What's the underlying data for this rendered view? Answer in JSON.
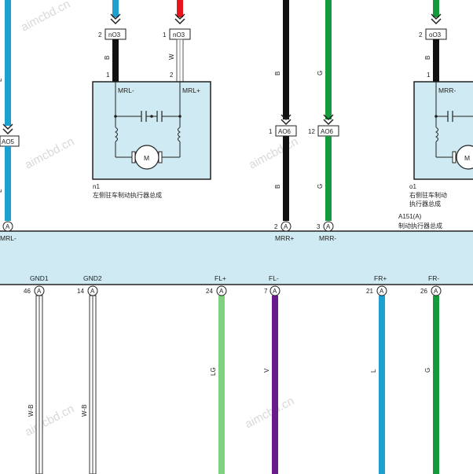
{
  "watermark": "aimcbd.cn",
  "top_connectors": [
    {
      "id": "nO3",
      "pin": "2",
      "wire": "B"
    },
    {
      "id": "nO3",
      "pin": "1",
      "wire": "W"
    },
    {
      "id": "oO3",
      "pin": "2",
      "wire": "B"
    }
  ],
  "left_motor": {
    "pin_left": "1",
    "pin_right": "2",
    "term_left": "MRL-",
    "term_right": "MRL+",
    "motor": "M",
    "ref": "n1",
    "desc": "左侧驻车制动执行器总成"
  },
  "right_motor": {
    "pin_left": "1",
    "term_left": "MRR-",
    "motor": "M",
    "ref": "o1",
    "desc_line1": "右侧驻车制动",
    "desc_line2": "执行器总成"
  },
  "junction": {
    "id": "AO5",
    "wire": "L"
  },
  "middle_connectors": [
    {
      "id": "AO6",
      "pin": "1",
      "wire_top": "B",
      "wire_bottom": "B"
    },
    {
      "id": "AO6",
      "pin": "12",
      "wire_top": "G",
      "wire_bottom": "G"
    }
  ],
  "ecu": {
    "ref": "A151(A)",
    "desc": "制动执行器总成",
    "top_pins": [
      {
        "pin": "A",
        "label": "MRL-"
      },
      {
        "pin": "2",
        "label": "MRR+"
      },
      {
        "pin": "3",
        "label": "MRR-"
      }
    ],
    "bottom_pins": [
      {
        "pin": "46",
        "label": "GND1",
        "wire": "W-B"
      },
      {
        "pin": "14",
        "label": "GND2",
        "wire": "W-B"
      },
      {
        "pin": "24",
        "label": "FL+",
        "wire": "LG"
      },
      {
        "pin": "7",
        "label": "FL-",
        "wire": "V"
      },
      {
        "pin": "21",
        "label": "FR+",
        "wire": "L"
      },
      {
        "pin": "26",
        "label": "FR-",
        "wire": "G"
      }
    ],
    "pin_letter": "A"
  }
}
